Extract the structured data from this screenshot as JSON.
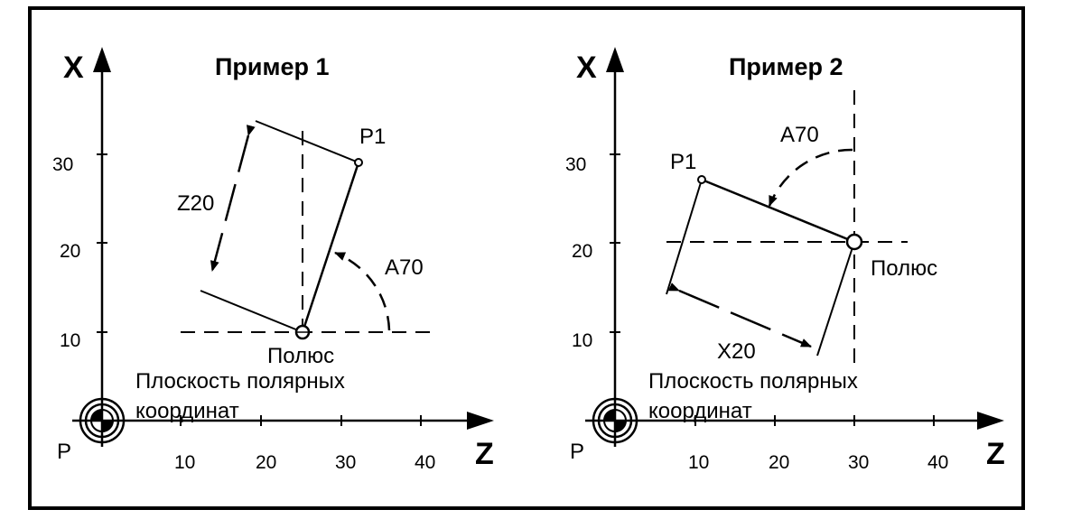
{
  "ex1": {
    "title": "Пример 1",
    "axis_x": "X",
    "axis_z": "Z",
    "origin": "P",
    "x_ticks": [
      "10",
      "20",
      "30"
    ],
    "z_ticks": [
      "10",
      "20",
      "30",
      "40"
    ],
    "point": "P1",
    "dim_radius": "Z20",
    "angle": "A70",
    "pole": "Полюс",
    "plane_line1": "Плоскость полярных",
    "plane_line2": "координат"
  },
  "ex2": {
    "title": "Пример 2",
    "axis_x": "X",
    "axis_z": "Z",
    "origin": "P",
    "x_ticks": [
      "10",
      "20",
      "30"
    ],
    "z_ticks": [
      "10",
      "20",
      "30",
      "40"
    ],
    "point": "P1",
    "dim_radius": "X20",
    "angle": "A70",
    "pole": "Полюс",
    "plane_line1": "Плоскость полярных",
    "plane_line2": "координат"
  }
}
